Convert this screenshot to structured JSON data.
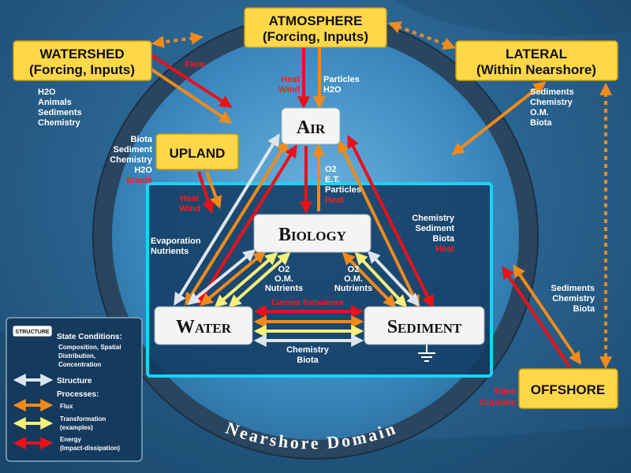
{
  "boxes": {
    "atmosphere": {
      "line1": "ATMOSPHERE",
      "line2": "(Forcing, Inputs)"
    },
    "watershed": {
      "line1": "WATERSHED",
      "line2": "(Forcing, Inputs)"
    },
    "lateral": {
      "line1": "LATERAL",
      "line2": "(Within Nearshore)"
    },
    "upland": "UPLAND",
    "offshore": "OFFSHORE"
  },
  "nodes": {
    "air": "Air",
    "biology": "Biology",
    "water": "Water",
    "sediment": "Sediment"
  },
  "labels": {
    "flow": "Flow",
    "watershed_inputs": [
      "H2O",
      "Animals",
      "Sediments",
      "Chemistry"
    ],
    "heat": "Heat",
    "wind": "Wind",
    "particles": "Particles",
    "h2o": "H2O",
    "lateral_inputs": [
      "Sediments",
      "Chemistry",
      "O.M.",
      "Biota"
    ],
    "upland_inputs": [
      "Biota",
      "Sediment",
      "Chemistry",
      "H2O"
    ],
    "shade": "Shade",
    "upland_heat": "Heat",
    "upland_wind": "Wind",
    "air_bio": [
      "O2",
      "E.T.",
      "Particles"
    ],
    "air_bio_heat": "Heat",
    "air_sed": [
      "Chemistry",
      "Sediment",
      "Biota"
    ],
    "air_sed_heat": "Heat",
    "evap": [
      "Evaporation",
      "Nutrients"
    ],
    "bio_left": [
      "O2",
      "O.M.",
      "Nutrients"
    ],
    "bio_right": [
      "O2",
      "O.M.",
      "Nutrients"
    ],
    "current": "Current Turbulence",
    "water_sed": [
      "Chemistry",
      "Biota"
    ],
    "offshore_inputs": [
      "Sediments",
      "Chemistry",
      "Biota"
    ],
    "tides": "Tides",
    "currents": "Currents",
    "domain": "Nearshore Domain"
  },
  "legend": {
    "badge": "STRUCTURE",
    "state_title": "State Conditions:",
    "state_desc": [
      "Composition, Spatial",
      "Distribution,",
      "Concentration"
    ],
    "structure": "Structure",
    "processes": "Processes:",
    "flux": "Flux",
    "transformation": [
      "Transformation",
      "(examples)"
    ],
    "energy": [
      "Energy",
      "(Impact-dissipation)"
    ]
  },
  "colors": {
    "structure": "#dde6f0",
    "flux": "#f28a1a",
    "transformation": "#f5f07a",
    "energy": "#e8121a",
    "box_fill": "#ffd84a",
    "inner_box": "#18d4f5"
  }
}
